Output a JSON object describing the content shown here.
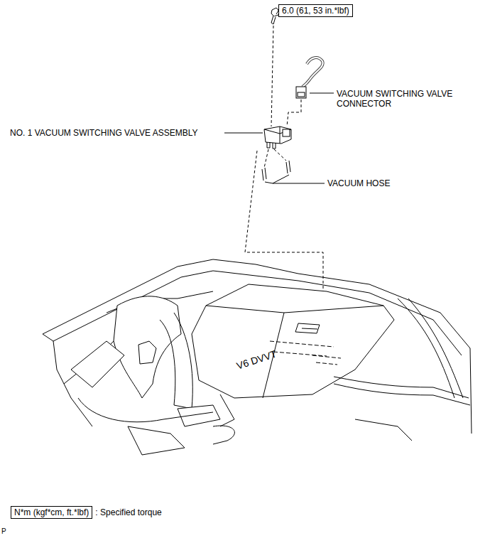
{
  "diagram": {
    "nodes": [
      {
        "text": [
          "6.0 (61, 53 in.*lbf)"
        ]
      },
      {
        "text": [
          "N*m (kgf*cm, ft.*lbf)"
        ]
      }
    ],
    "labels": [
      "VACUUM SWITCHING VALVE CONNECTOR",
      "NO. 1 VACUUM SWITCHING VALVE ASSEMBLY",
      "VACUUM HOSE",
      "P"
    ],
    "legend": [
      {
        "text": ": Specified torque"
      }
    ]
  }
}
